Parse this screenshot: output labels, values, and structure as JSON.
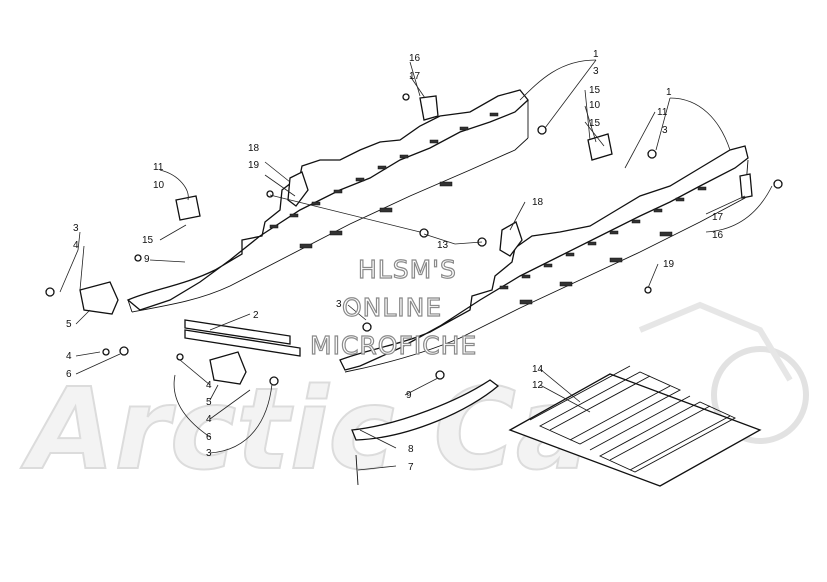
{
  "watermark": {
    "line1": "HLSM'S",
    "line2": "ONLINE",
    "line3": "MICROFICHE",
    "logo_text": "Arctic Cat"
  },
  "callouts": [
    "1",
    "1",
    "2",
    "3",
    "3",
    "3",
    "3",
    "3",
    "4",
    "4",
    "4",
    "4",
    "5",
    "5",
    "6",
    "6",
    "7",
    "8",
    "9",
    "9",
    "10",
    "10",
    "11",
    "11",
    "12",
    "13",
    "14",
    "15",
    "15",
    "15",
    "16",
    "16",
    "17",
    "17",
    "18",
    "18",
    "19",
    "19"
  ],
  "colors": {
    "line": "#111111",
    "watermark_outline": "#8a8a8a",
    "logo": "#dcdcdc"
  }
}
